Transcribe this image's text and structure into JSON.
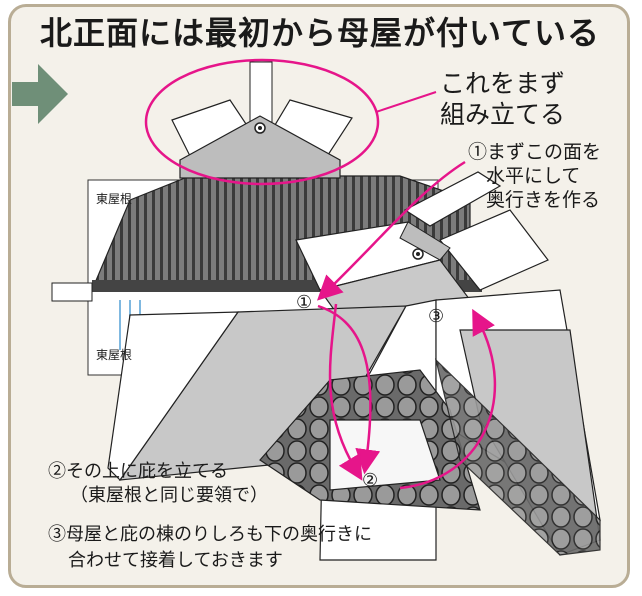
{
  "title": "北正面には最初から母屋が付いている",
  "callouts": {
    "build_first_line1": "これをまず",
    "build_first_line2": "組み立てる",
    "step1_line1": "①まずこの面を",
    "step1_line2": "水平にして",
    "step1_line3": "奥行きを作る",
    "step2_line1": "②その上に庇を立てる",
    "step2_line2": "（東屋根と同じ要領で）",
    "step3_line1": "③母屋と庇の棟のりしろも下の奥行きに",
    "step3_line2": "合わせて接着しておきます"
  },
  "markers": {
    "m1": "①",
    "m2": "②",
    "m3": "③"
  },
  "background_labels": {
    "east_roof_top": "東屋根",
    "east_roof_bottom": "東屋根"
  },
  "colors": {
    "accent": "#e6158a",
    "arrow": "#6f8f78",
    "frame": "#b9ad95",
    "background": "#f4f1ea"
  }
}
